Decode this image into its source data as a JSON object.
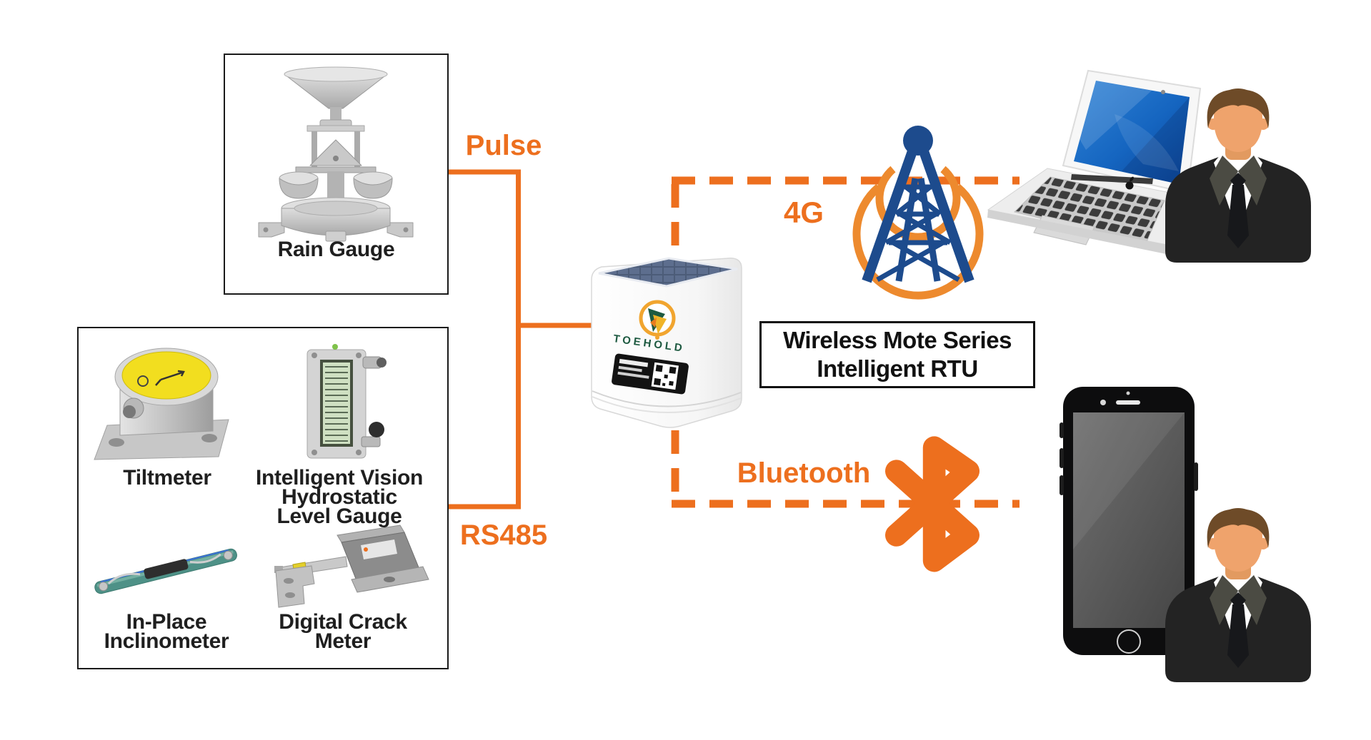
{
  "diagram_title_implicit": "Wireless monitoring RTU connection diagram",
  "labels": {
    "rain_gauge": "Rain Gauge",
    "tiltmeter": "Tiltmeter",
    "level_gauge": "Intelligent Vision\nHydrostatic\nLevel Gauge",
    "inclinometer": "In-Place\nInclinometer",
    "crack_meter": "Digital Crack\nMeter"
  },
  "connections": {
    "pulse": "Pulse",
    "rs485": "RS485",
    "cellular": "4G",
    "bluetooth": "Bluetooth"
  },
  "rtu": {
    "brand": "TOEHOLD",
    "caption": "Wireless Mote Series\nIntelligent RTU"
  },
  "icons": {
    "cell_tower_icon": "navy lattice radio tower with orange signal arcs",
    "bluetooth_icon": "orange bluetooth rune",
    "laptop_icon": "open laptop with blue screen",
    "smartphone_icon": "black smartphone",
    "businessman_icon": "flat businessman in dark suit",
    "rtu_device_icon": "white cube RTU with solar panel top and QR label"
  },
  "colors": {
    "accent_orange": "#ED6F1E",
    "arc_orange": "#ED8A2E",
    "tower_navy": "#1D4B8D",
    "text_dark": "#1F1F1F",
    "logo_green": "#1E5A41",
    "logo_gold": "#F1A52F",
    "screen_blue": "#1565C0",
    "suit_black": "#232323"
  }
}
